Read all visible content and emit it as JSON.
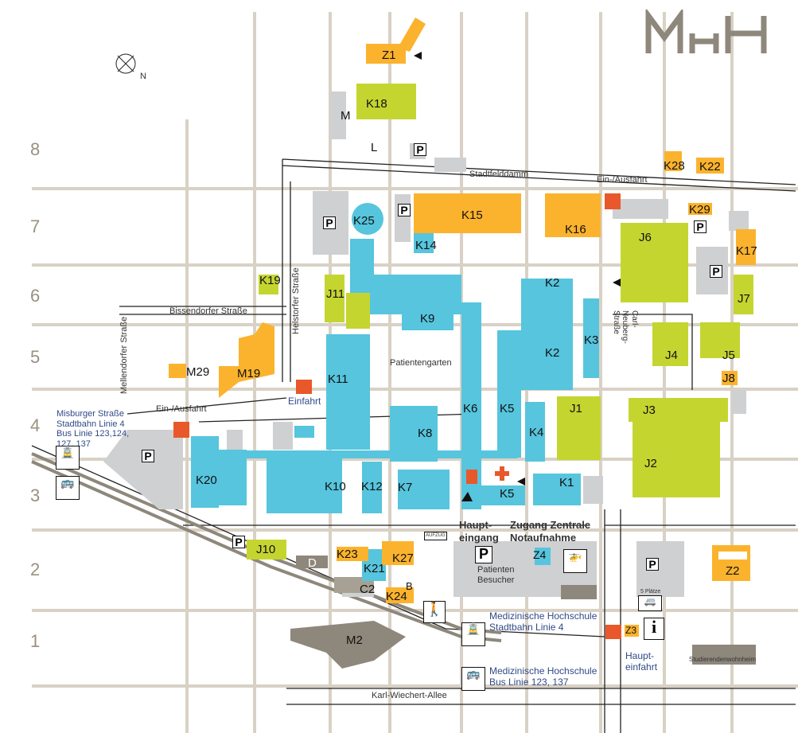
{
  "logo": "MHH",
  "compass": "N",
  "rows": [
    "8",
    "7",
    "6",
    "5",
    "4",
    "3",
    "2",
    "1"
  ],
  "streets": {
    "stadtfelddamm": "Stadtfelddamm",
    "bissendorfer": "Bissendorfer Straße",
    "helstorfer": "Helstorfer Straße",
    "mellendorfer": "Mellendorfer Straße",
    "carl_neuberg": "Carl-Neuberg-Straße",
    "karl_wiechert": "Karl-Wiechert-Allee",
    "ein_ausfahrt_top": "Ein-/Ausfahrt",
    "ein_ausfahrt_left": "Ein-/Ausfahrt",
    "einfahrt": "Einfahrt",
    "patientengarten": "Patientengarten"
  },
  "transit": {
    "misburger": "Misburger Straße\nStadtbahn Linie 4\nBus Linie 123,124,\n127, 137",
    "mhh_tram": "Medizinische Hochschule\nStadtbahn Linie 4",
    "mhh_bus": "Medizinische Hochschule\nBus Linie 123, 137"
  },
  "entrances": {
    "haupteingang": "Haupt-\neingang",
    "notaufnahme": "Zugang Zentrale\nNotaufnahme",
    "patienten": "Patienten\nBesucher",
    "haupteinfahrt": "Haupt-\neinfahrt",
    "studierendenwohnheim": "Studierendenwohnheim",
    "plaetze": "5 Plätze",
    "aufzug": "AUFZUG"
  },
  "icons": {
    "parking": "P",
    "info": "i"
  },
  "colors": {
    "clinic": "#56c5dd",
    "research": "#c4d530",
    "service": "#fbb32d",
    "other": "#cfd0d2",
    "dark": "#8e877b",
    "grid": "#d9d1c5",
    "alert": "#e8582a"
  },
  "buildings": {
    "K1": "K1",
    "K2a": "K2",
    "K2b": "K2",
    "K3": "K3",
    "K4": "K4",
    "K5a": "K5",
    "K5b": "K5",
    "K6": "K6",
    "K7": "K7",
    "K8": "K8",
    "K9": "K9",
    "K10": "K10",
    "K11": "K11",
    "K12": "K12",
    "K14": "K14",
    "K15": "K15",
    "K16": "K16",
    "K17": "K17",
    "K18": "K18",
    "K19": "K19",
    "K20": "K20",
    "K21": "K21",
    "K22": "K22",
    "K23": "K23",
    "K24": "K24",
    "K25": "K25",
    "K27": "K27",
    "K28": "K28",
    "K29": "K29",
    "J1": "J1",
    "J2": "J2",
    "J3": "J3",
    "J4": "J4",
    "J5": "J5",
    "J6": "J6",
    "J7": "J7",
    "J8": "J8",
    "J10": "J10",
    "J11": "J11",
    "M": "M",
    "L": "L",
    "M2": "M2",
    "M19": "M19",
    "M29": "M29",
    "Z1": "Z1",
    "Z2": "Z2",
    "Z3": "Z3",
    "Z4": "Z4",
    "B": "B",
    "C2": "C2",
    "D": "D"
  }
}
